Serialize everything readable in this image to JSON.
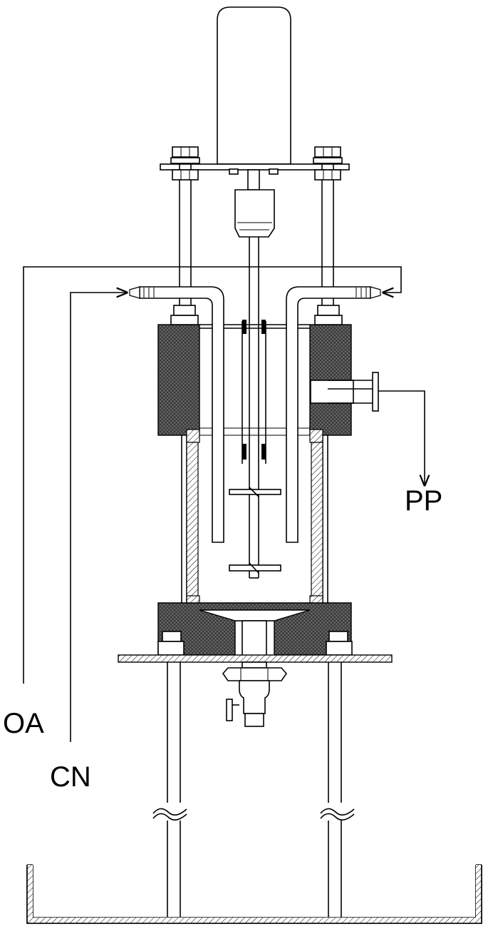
{
  "labels": {
    "oa": "OA",
    "cn": "CN",
    "pp": "PP"
  },
  "colors": {
    "line": "#000000",
    "background": "#ffffff",
    "insulation": "#5a5a5a"
  }
}
